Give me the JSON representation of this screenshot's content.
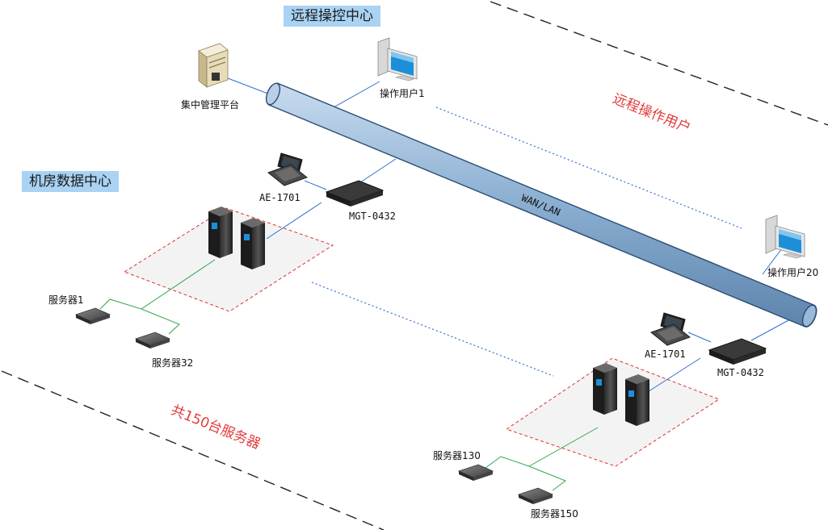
{
  "sections": {
    "remote_center": "远程操控中心",
    "datacenter": "机房数据中心"
  },
  "notes": {
    "remote_users": "远程操作用户",
    "server_total": "共150台服务器"
  },
  "network": {
    "label": "WAN/LAN"
  },
  "nodes": {
    "management_platform": "集中管理平台",
    "operator_1": "操作用户1",
    "operator_20": "操作用户20",
    "console_a": "AE-1701",
    "kvm_a": "MGT-0432",
    "console_b": "AE-1701",
    "kvm_b": "MGT-0432",
    "server_1": "服务器1",
    "server_32": "服务器32",
    "server_130": "服务器130",
    "server_150": "服务器150"
  },
  "colors": {
    "section_bg": "#a9d2f3",
    "pipe": "#8fb2d4",
    "red_text": "#e43b3b",
    "link_blue": "#2e6fd0",
    "link_green": "#2fa84a",
    "zone_border": "#e03030",
    "zone_fill": "#f3f3f3"
  }
}
